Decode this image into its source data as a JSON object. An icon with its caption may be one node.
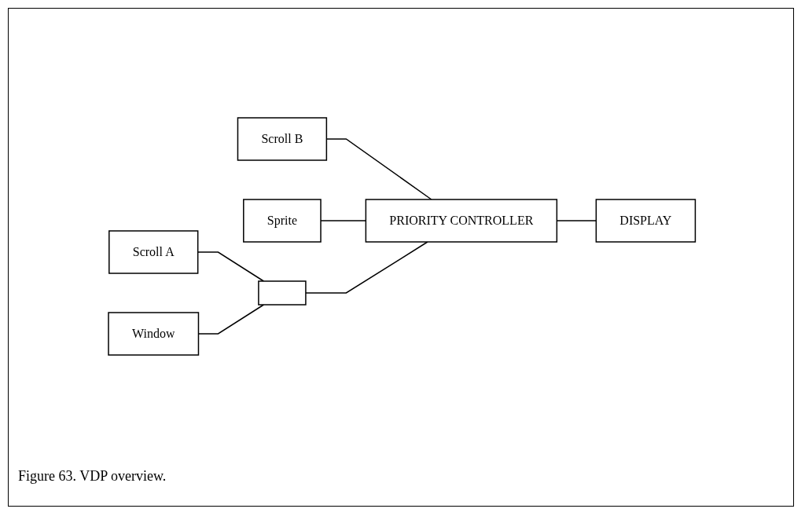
{
  "diagram": {
    "caption": "Figure 63.  VDP overview.",
    "nodes": [
      {
        "text": [
          "Scroll B"
        ]
      },
      {
        "text": [
          "Scroll A"
        ]
      },
      {
        "text": [
          "Window"
        ]
      },
      {
        "text": [
          "Sprite"
        ]
      },
      {
        "text": [],
        "shape": "box"
      },
      {
        "text": [
          "PRIORITY CONTROLLER"
        ]
      },
      {
        "text": [
          "DISPLAY"
        ]
      }
    ],
    "edges": [
      {
        "from": 0,
        "to": 5,
        "arrow": "none"
      },
      {
        "from": 1,
        "to": 4,
        "arrow": "none"
      },
      {
        "from": 2,
        "to": 4,
        "arrow": "none"
      },
      {
        "from": 3,
        "to": 5,
        "arrow": "none"
      },
      {
        "from": 4,
        "to": 5,
        "arrow": "none"
      },
      {
        "from": 5,
        "to": 6,
        "arrow": "none"
      }
    ]
  }
}
